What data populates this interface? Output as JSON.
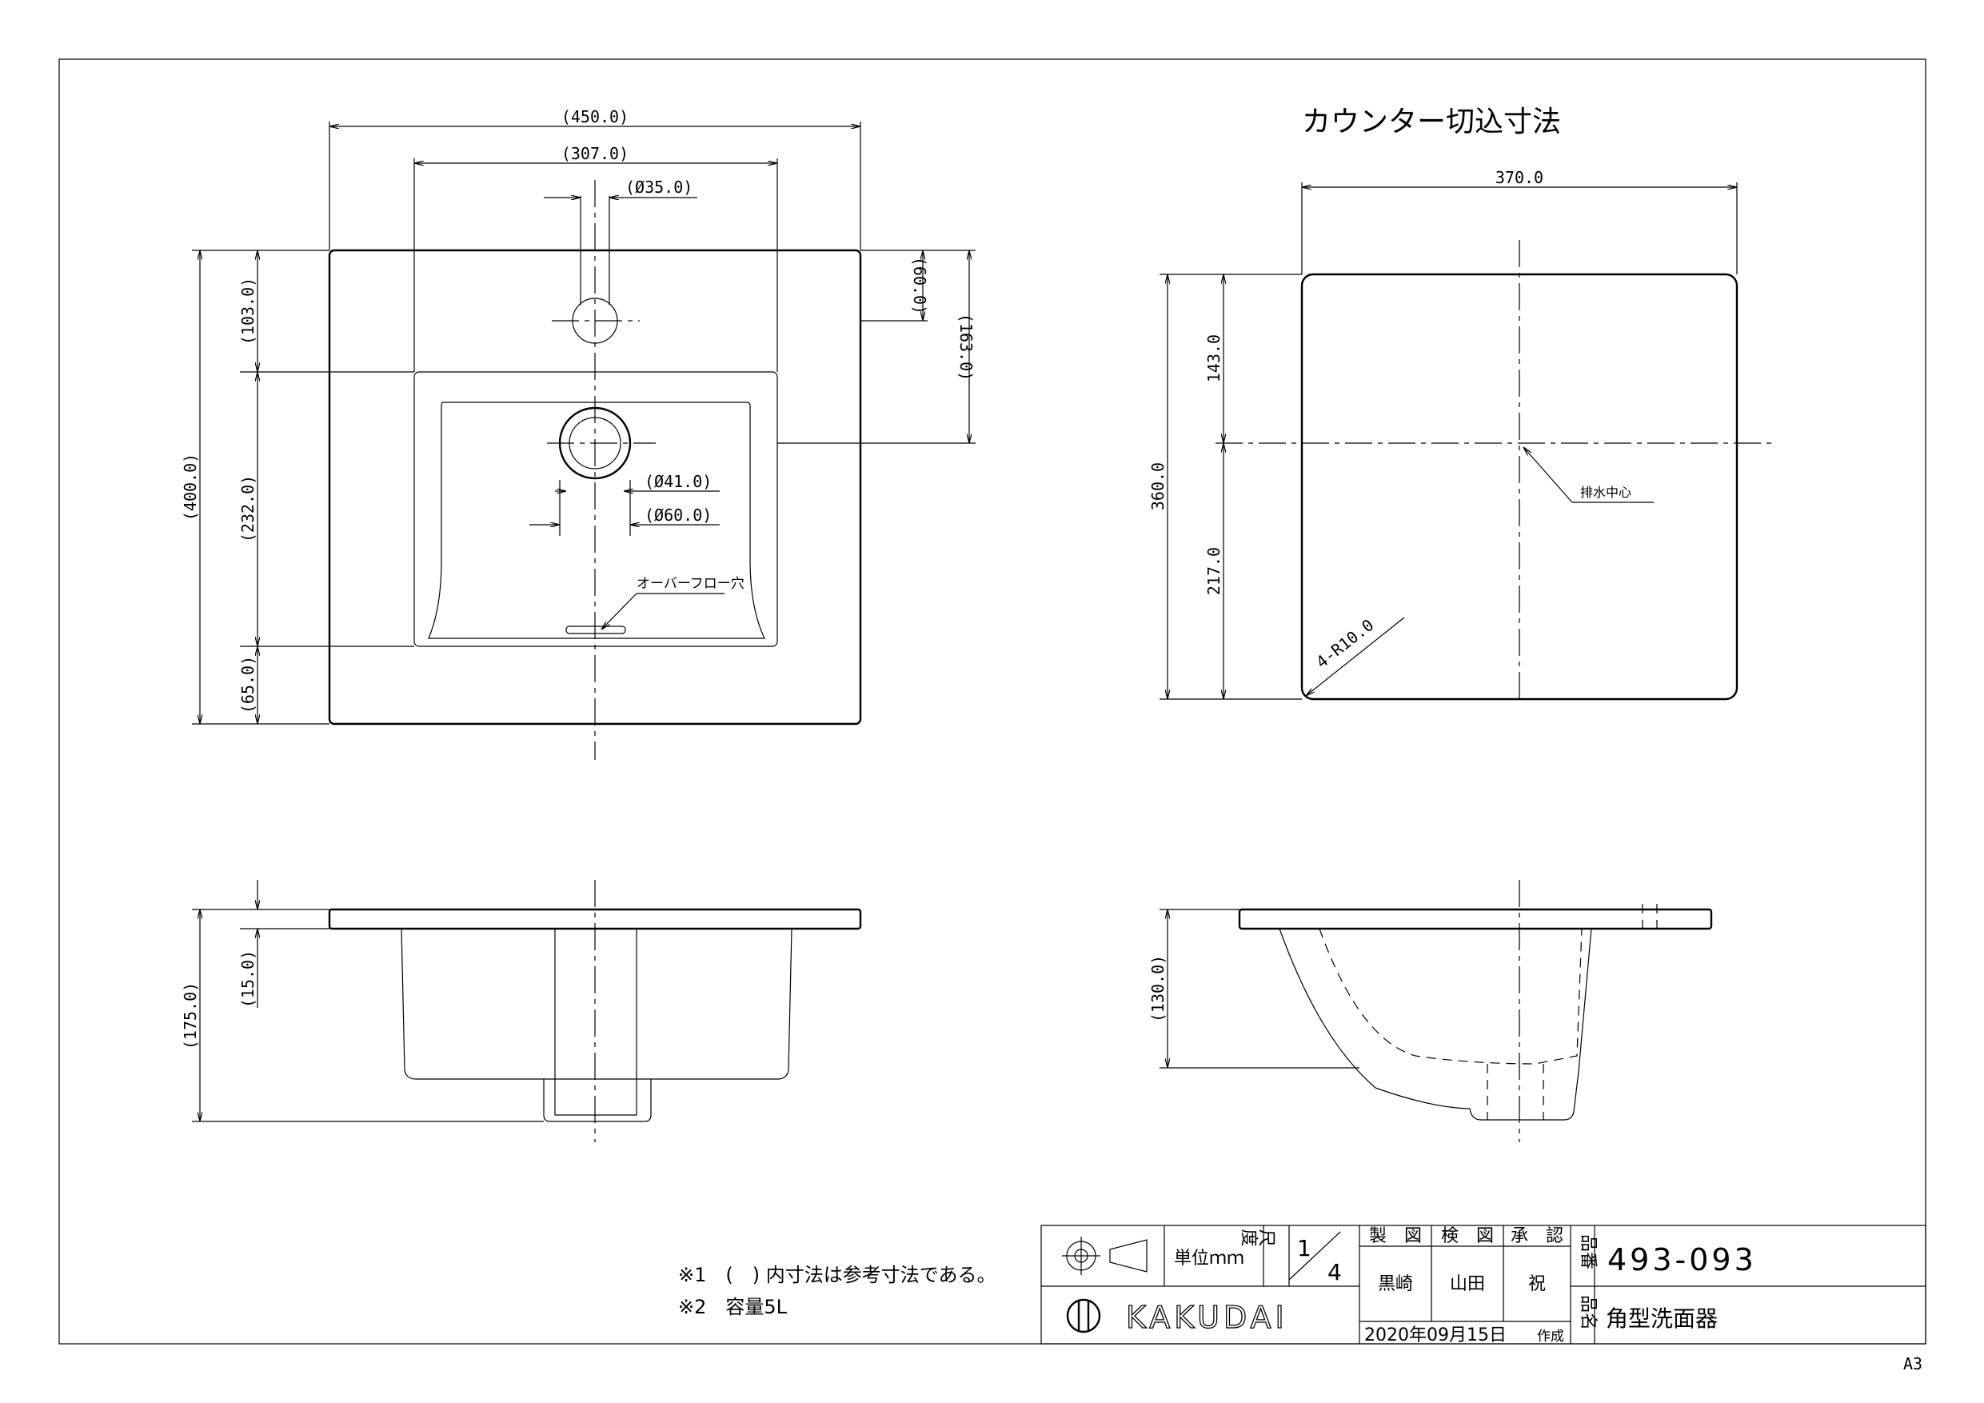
{
  "sheet": {
    "size_label": "A3"
  },
  "top_view": {
    "dim_overall_width": "(450.0)",
    "dim_bowl_width": "(307.0)",
    "dim_faucet_hole": "(Ø35.0)",
    "dim_faucet_offset": "(60.0)",
    "dim_drain_offset": "(163.0)",
    "dim_overall_depth": "(400.0)",
    "dim_back_deck": "(103.0)",
    "dim_bowl_depth": "(232.0)",
    "dim_front_rim": "(65.0)",
    "dim_drain_inner": "(Ø41.0)",
    "dim_drain_outer": "(Ø60.0)",
    "overflow_label": "オーバーフロー穴"
  },
  "cutout_view": {
    "title": "カウンター切込寸法",
    "dim_width": "370.0",
    "dim_total_depth": "360.0",
    "dim_back": "143.0",
    "dim_front": "217.0",
    "dim_corner_radius": "4-R10.0",
    "drain_center_label": "排水中心"
  },
  "front_view": {
    "dim_total_height": "(175.0)",
    "dim_rim_thickness": "(15.0)"
  },
  "side_view": {
    "dim_height": "(130.0)"
  },
  "notes": [
    "※1　(　) 内寸法は参考寸法である。",
    "※2　容量5L"
  ],
  "title_block": {
    "unit_label": "単位ｍｍ",
    "scale_label": "尺度",
    "scale_num": "1",
    "scale_den": "4",
    "drawn_label": "製　図",
    "checked_label": "検　図",
    "approved_label": "承　認",
    "drawn_by": "黒崎",
    "checked_by": "山田",
    "approved_by": "祝",
    "date": "2020年09月15日",
    "date_suffix": "作成",
    "part_no_label": "品番",
    "part_no": "493-093",
    "part_name_label": "品名",
    "part_name": "角型洗面器",
    "logo_text": "KAKUDAI"
  }
}
